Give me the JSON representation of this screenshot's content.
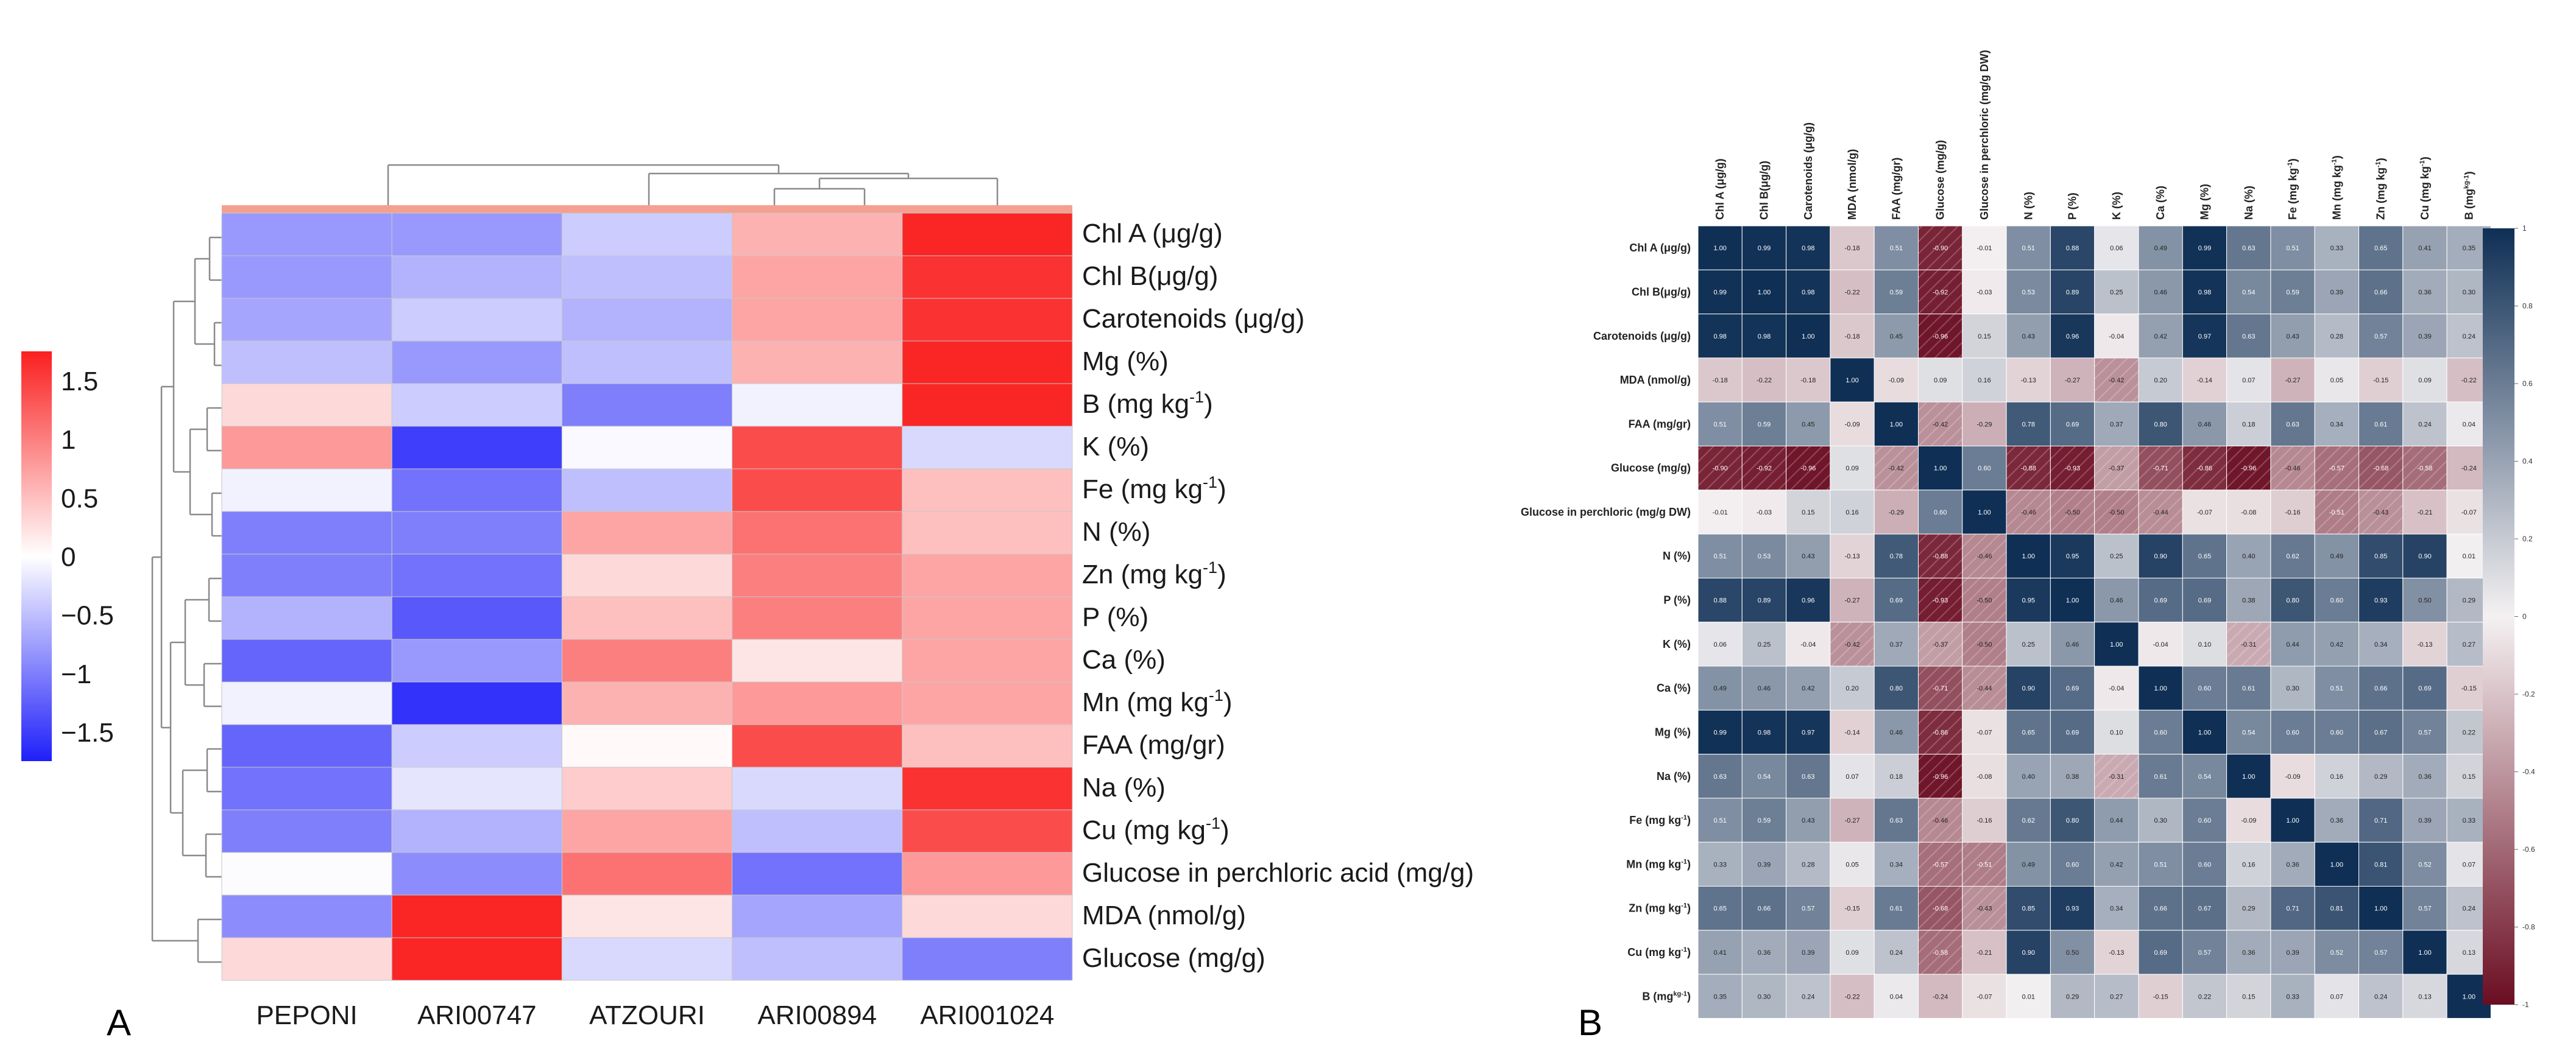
{
  "panels": {
    "a_label": "A",
    "b_label": "B"
  },
  "chart_data": [
    {
      "type": "heatmap",
      "panel": "A",
      "columns": [
        "PEPONI",
        "ARI00747",
        "ATZOURI",
        "ARI00894",
        "ARI001024"
      ],
      "rows": [
        {
          "name": "Chl A (μg/g)",
          "unit_sup": "",
          "after": ""
        },
        {
          "name": "Chl B(μg/g)",
          "unit_sup": "",
          "after": ""
        },
        {
          "name": "Carotenoids (μg/g)",
          "unit_sup": "",
          "after": ""
        },
        {
          "name": "Mg (%)",
          "unit_sup": "",
          "after": ""
        },
        {
          "name": "B (mg kg",
          "unit_sup": "-1",
          "after": ")"
        },
        {
          "name": "K (%)",
          "unit_sup": "",
          "after": ""
        },
        {
          "name": "Fe (mg kg",
          "unit_sup": "-1",
          "after": ")"
        },
        {
          "name": "N (%)",
          "unit_sup": "",
          "after": ""
        },
        {
          "name": "Zn (mg kg",
          "unit_sup": "-1",
          "after": ")"
        },
        {
          "name": "P (%)",
          "unit_sup": "",
          "after": ""
        },
        {
          "name": "Ca (%)",
          "unit_sup": "",
          "after": ""
        },
        {
          "name": "Mn (mg kg",
          "unit_sup": "-1",
          "after": ")"
        },
        {
          "name": "FAA (mg/gr)",
          "unit_sup": "",
          "after": ""
        },
        {
          "name": "Na (%)",
          "unit_sup": "",
          "after": ""
        },
        {
          "name": "Cu (mg kg",
          "unit_sup": "-1",
          "after": ")"
        },
        {
          "name": "Glucose in perchloric acid (mg/g)",
          "unit_sup": "",
          "after": ""
        },
        {
          "name": "MDA (nmol/g)",
          "unit_sup": "",
          "after": ""
        },
        {
          "name": "Glucose (mg/g)",
          "unit_sup": "",
          "after": ""
        }
      ],
      "values": [
        [
          -0.8,
          -0.8,
          -0.4,
          0.6,
          1.7
        ],
        [
          -0.8,
          -0.6,
          -0.5,
          0.7,
          1.6
        ],
        [
          -0.7,
          -0.4,
          -0.6,
          0.7,
          1.6
        ],
        [
          -0.5,
          -0.8,
          -0.5,
          0.6,
          1.7
        ],
        [
          0.3,
          -0.4,
          -1.0,
          -0.1,
          1.7
        ],
        [
          0.8,
          -1.5,
          -0.05,
          1.4,
          -0.3
        ],
        [
          -0.1,
          -1.1,
          -0.5,
          1.4,
          0.5
        ],
        [
          -1.0,
          -1.0,
          0.7,
          1.1,
          0.5
        ],
        [
          -1.0,
          -1.1,
          0.3,
          1.0,
          0.7
        ],
        [
          -0.6,
          -1.3,
          0.5,
          1.0,
          0.7
        ],
        [
          -1.2,
          -0.8,
          1.0,
          0.2,
          0.7
        ],
        [
          -0.1,
          -1.6,
          0.6,
          0.8,
          0.7
        ],
        [
          -1.2,
          -0.4,
          0.05,
          1.4,
          0.5
        ],
        [
          -1.1,
          -0.2,
          0.4,
          -0.3,
          1.6
        ],
        [
          -1.0,
          -0.6,
          0.7,
          -0.5,
          1.4
        ],
        [
          -0.02,
          -0.9,
          1.1,
          -1.1,
          0.8
        ],
        [
          -0.9,
          1.7,
          0.2,
          -0.7,
          0.3
        ],
        [
          0.3,
          1.7,
          -0.3,
          -0.5,
          -1.0
        ]
      ],
      "colorbar": {
        "ticks": [
          "1.5",
          "1",
          "0.5",
          "0",
          "−0.5",
          "−1",
          "−1.5"
        ],
        "min": -1.75,
        "max": 1.75
      },
      "colors": {
        "low": "#1f1ffa",
        "mid": "#ffffff",
        "high": "#fa1f1f",
        "annotation": "#f4a090",
        "grid": "#c8c8c8"
      }
    },
    {
      "type": "heatmap",
      "panel": "B",
      "labels": [
        {
          "name": "Chl A (μg/g)",
          "sup": "",
          "after": ""
        },
        {
          "name": "Chl B(μg/g)",
          "sup": "",
          "after": ""
        },
        {
          "name": "Carotenoids (μg/g)",
          "sup": "",
          "after": ""
        },
        {
          "name": "MDA (nmol/g)",
          "sup": "",
          "after": ""
        },
        {
          "name": "FAA (mg/gr)",
          "sup": "",
          "after": ""
        },
        {
          "name": "Glucose (mg/g)",
          "sup": "",
          "after": ""
        },
        {
          "name": "Glucose in perchloric (mg/g DW)",
          "sup": "",
          "after": ""
        },
        {
          "name": "N (%)",
          "sup": "",
          "after": ""
        },
        {
          "name": "P (%)",
          "sup": "",
          "after": ""
        },
        {
          "name": "K (%)",
          "sup": "",
          "after": ""
        },
        {
          "name": "Ca (%)",
          "sup": "",
          "after": ""
        },
        {
          "name": "Mg (%)",
          "sup": "",
          "after": ""
        },
        {
          "name": "Na (%)",
          "sup": "",
          "after": ""
        },
        {
          "name": "Fe (mg kg",
          "sup": "-1",
          "after": ")"
        },
        {
          "name": "Mn (mg kg",
          "sup": "-1",
          "after": ")"
        },
        {
          "name": "Zn (mg kg",
          "sup": "-1",
          "after": ")"
        },
        {
          "name": "Cu (mg kg",
          "sup": "-1",
          "after": ")"
        },
        {
          "name": "B (mg",
          "sup": "kg-1",
          "after": ")"
        }
      ],
      "matrix": [
        [
          1.0,
          0.99,
          0.98,
          -0.18,
          0.51,
          -0.9,
          -0.01,
          0.51,
          0.88,
          0.06,
          0.49,
          0.99,
          0.63,
          0.51,
          0.33,
          0.65,
          0.41,
          0.35
        ],
        [
          0.99,
          1.0,
          0.98,
          -0.22,
          0.59,
          -0.92,
          -0.03,
          0.53,
          0.89,
          0.25,
          0.46,
          0.98,
          0.54,
          0.59,
          0.39,
          0.66,
          0.36,
          0.3
        ],
        [
          0.98,
          0.98,
          1.0,
          -0.18,
          0.45,
          -0.96,
          0.15,
          0.43,
          0.96,
          -0.04,
          0.42,
          0.97,
          0.63,
          0.43,
          0.28,
          0.57,
          0.39,
          0.24
        ],
        [
          -0.18,
          -0.22,
          -0.18,
          1.0,
          -0.09,
          0.09,
          0.16,
          -0.13,
          -0.27,
          -0.42,
          0.2,
          -0.14,
          0.07,
          -0.27,
          0.05,
          -0.15,
          0.09,
          -0.22
        ],
        [
          0.51,
          0.59,
          0.45,
          -0.09,
          1.0,
          -0.42,
          -0.29,
          0.78,
          0.69,
          0.37,
          0.8,
          0.46,
          0.18,
          0.63,
          0.34,
          0.61,
          0.24,
          0.04
        ],
        [
          -0.9,
          -0.92,
          -0.96,
          0.09,
          -0.42,
          1.0,
          0.6,
          -0.88,
          -0.93,
          -0.37,
          -0.71,
          -0.86,
          -0.96,
          -0.46,
          -0.57,
          -0.68,
          -0.58,
          -0.24
        ],
        [
          -0.01,
          -0.03,
          0.15,
          0.16,
          -0.29,
          0.6,
          1.0,
          -0.46,
          -0.5,
          -0.5,
          -0.44,
          -0.07,
          -0.08,
          -0.16,
          -0.51,
          -0.43,
          -0.21,
          -0.07
        ],
        [
          0.51,
          0.53,
          0.43,
          -0.13,
          0.78,
          -0.88,
          -0.46,
          1.0,
          0.95,
          0.25,
          0.9,
          0.65,
          0.4,
          0.62,
          0.49,
          0.85,
          0.9,
          0.01
        ],
        [
          0.88,
          0.89,
          0.96,
          -0.27,
          0.69,
          -0.93,
          -0.5,
          0.95,
          1.0,
          0.46,
          0.69,
          0.69,
          0.38,
          0.8,
          0.6,
          0.93,
          0.5,
          0.29
        ],
        [
          0.06,
          0.25,
          -0.04,
          -0.42,
          0.37,
          -0.37,
          -0.5,
          0.25,
          0.46,
          1.0,
          -0.04,
          0.1,
          -0.31,
          0.44,
          0.42,
          0.34,
          -0.13,
          0.27
        ],
        [
          0.49,
          0.46,
          0.42,
          0.2,
          0.8,
          -0.71,
          -0.44,
          0.9,
          0.69,
          -0.04,
          1.0,
          0.6,
          0.61,
          0.3,
          0.51,
          0.66,
          0.69,
          -0.15
        ],
        [
          0.99,
          0.98,
          0.97,
          -0.14,
          0.46,
          -0.86,
          -0.07,
          0.65,
          0.69,
          0.1,
          0.6,
          1.0,
          0.54,
          0.6,
          0.6,
          0.67,
          0.57,
          0.22
        ],
        [
          0.63,
          0.54,
          0.63,
          0.07,
          0.18,
          -0.96,
          -0.08,
          0.4,
          0.38,
          -0.31,
          0.61,
          0.54,
          1.0,
          -0.09,
          0.16,
          0.29,
          0.36,
          0.15
        ],
        [
          0.51,
          0.59,
          0.43,
          -0.27,
          0.63,
          -0.46,
          -0.16,
          0.62,
          0.8,
          0.44,
          0.3,
          0.6,
          -0.09,
          1.0,
          0.36,
          0.71,
          0.39,
          0.33
        ],
        [
          0.33,
          0.39,
          0.28,
          0.05,
          0.34,
          -0.57,
          -0.51,
          0.49,
          0.6,
          0.42,
          0.51,
          0.6,
          0.16,
          0.36,
          1.0,
          0.81,
          0.52,
          0.07
        ],
        [
          0.65,
          0.66,
          0.57,
          -0.15,
          0.61,
          -0.68,
          -0.43,
          0.85,
          0.93,
          0.34,
          0.66,
          0.67,
          0.29,
          0.71,
          0.81,
          1.0,
          0.57,
          0.24
        ],
        [
          0.41,
          0.36,
          0.39,
          0.09,
          0.24,
          -0.58,
          -0.21,
          0.9,
          0.5,
          -0.13,
          0.69,
          0.57,
          0.36,
          0.39,
          0.52,
          0.57,
          1.0,
          0.13
        ],
        [
          0.35,
          0.3,
          0.24,
          -0.22,
          0.04,
          -0.24,
          -0.07,
          0.01,
          0.29,
          0.27,
          -0.15,
          0.22,
          0.15,
          0.33,
          0.07,
          0.24,
          0.13,
          1.0
        ]
      ],
      "colorbar": {
        "ticks": [
          "1",
          "0.8",
          "0.6",
          "0.4",
          "0.2",
          "0",
          "-0.2",
          "-0.4",
          "-0.6",
          "-0.8",
          "-1"
        ],
        "min": -1,
        "max": 1
      },
      "colors": {
        "negative": "#6b0d22",
        "mid": "#f4f1f2",
        "positive": "#0f2f55"
      }
    }
  ]
}
